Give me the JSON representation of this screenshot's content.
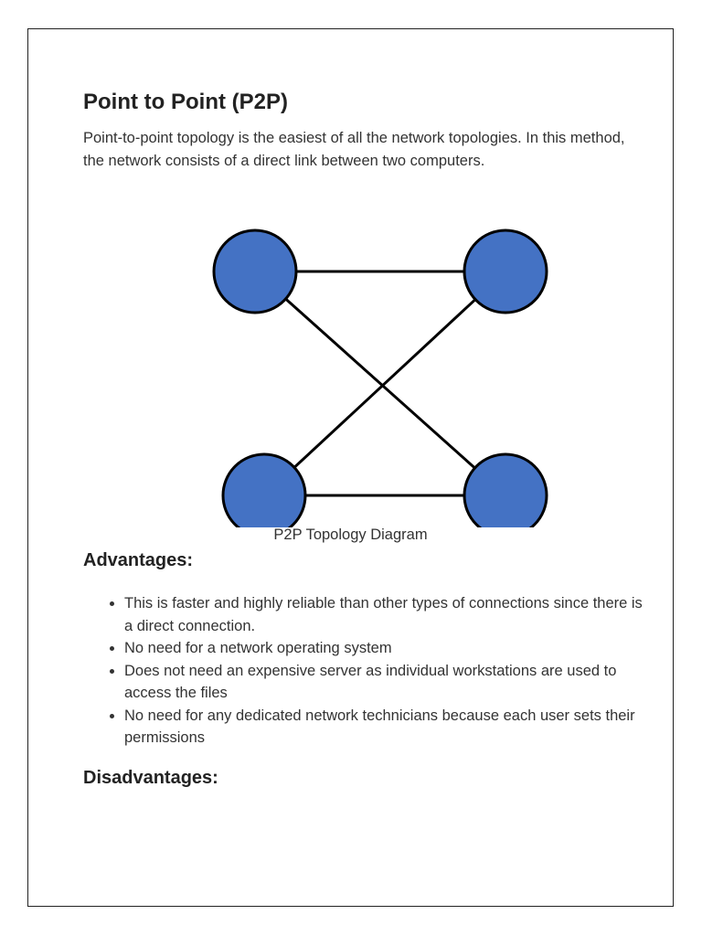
{
  "document": {
    "title": "Point to Point (P2P)",
    "intro": "Point-to-point topology is the easiest of all the network topologies. In this method, the network consists of a direct link between two computers.",
    "figure": {
      "caption": "P2P Topology Diagram",
      "node_color": "#4472C4",
      "outline_color": "#000000"
    },
    "advantages": {
      "heading": "Advantages:",
      "items": [
        "This is faster and highly reliable than other types of connections since there is a direct connection.",
        "No need for a network operating system",
        "Does not need an expensive server as individual workstations are used to access the files",
        "No need for any dedicated network technicians because each user sets their permissions"
      ]
    },
    "disadvantages": {
      "heading": "Disadvantages:"
    }
  }
}
